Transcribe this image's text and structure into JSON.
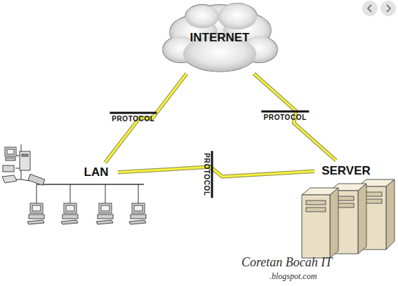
{
  "diagram": {
    "nodes": [
      {
        "text": [
          "INTERNET"
        ]
      },
      {
        "text": [
          "LAN"
        ]
      },
      {
        "text": [
          "SERVER"
        ]
      }
    ],
    "edges": [
      {
        "from": 0,
        "to": 1,
        "arrow": "none",
        "label": "PROTOCOL"
      },
      {
        "from": 0,
        "to": 2,
        "arrow": "none",
        "label": "PROTOCOL"
      },
      {
        "from": 1,
        "to": 2,
        "arrow": "none",
        "label": "PROTOCOL"
      }
    ],
    "labels": [
      "Coretan Bocah IT",
      ".blogspot.com"
    ]
  }
}
